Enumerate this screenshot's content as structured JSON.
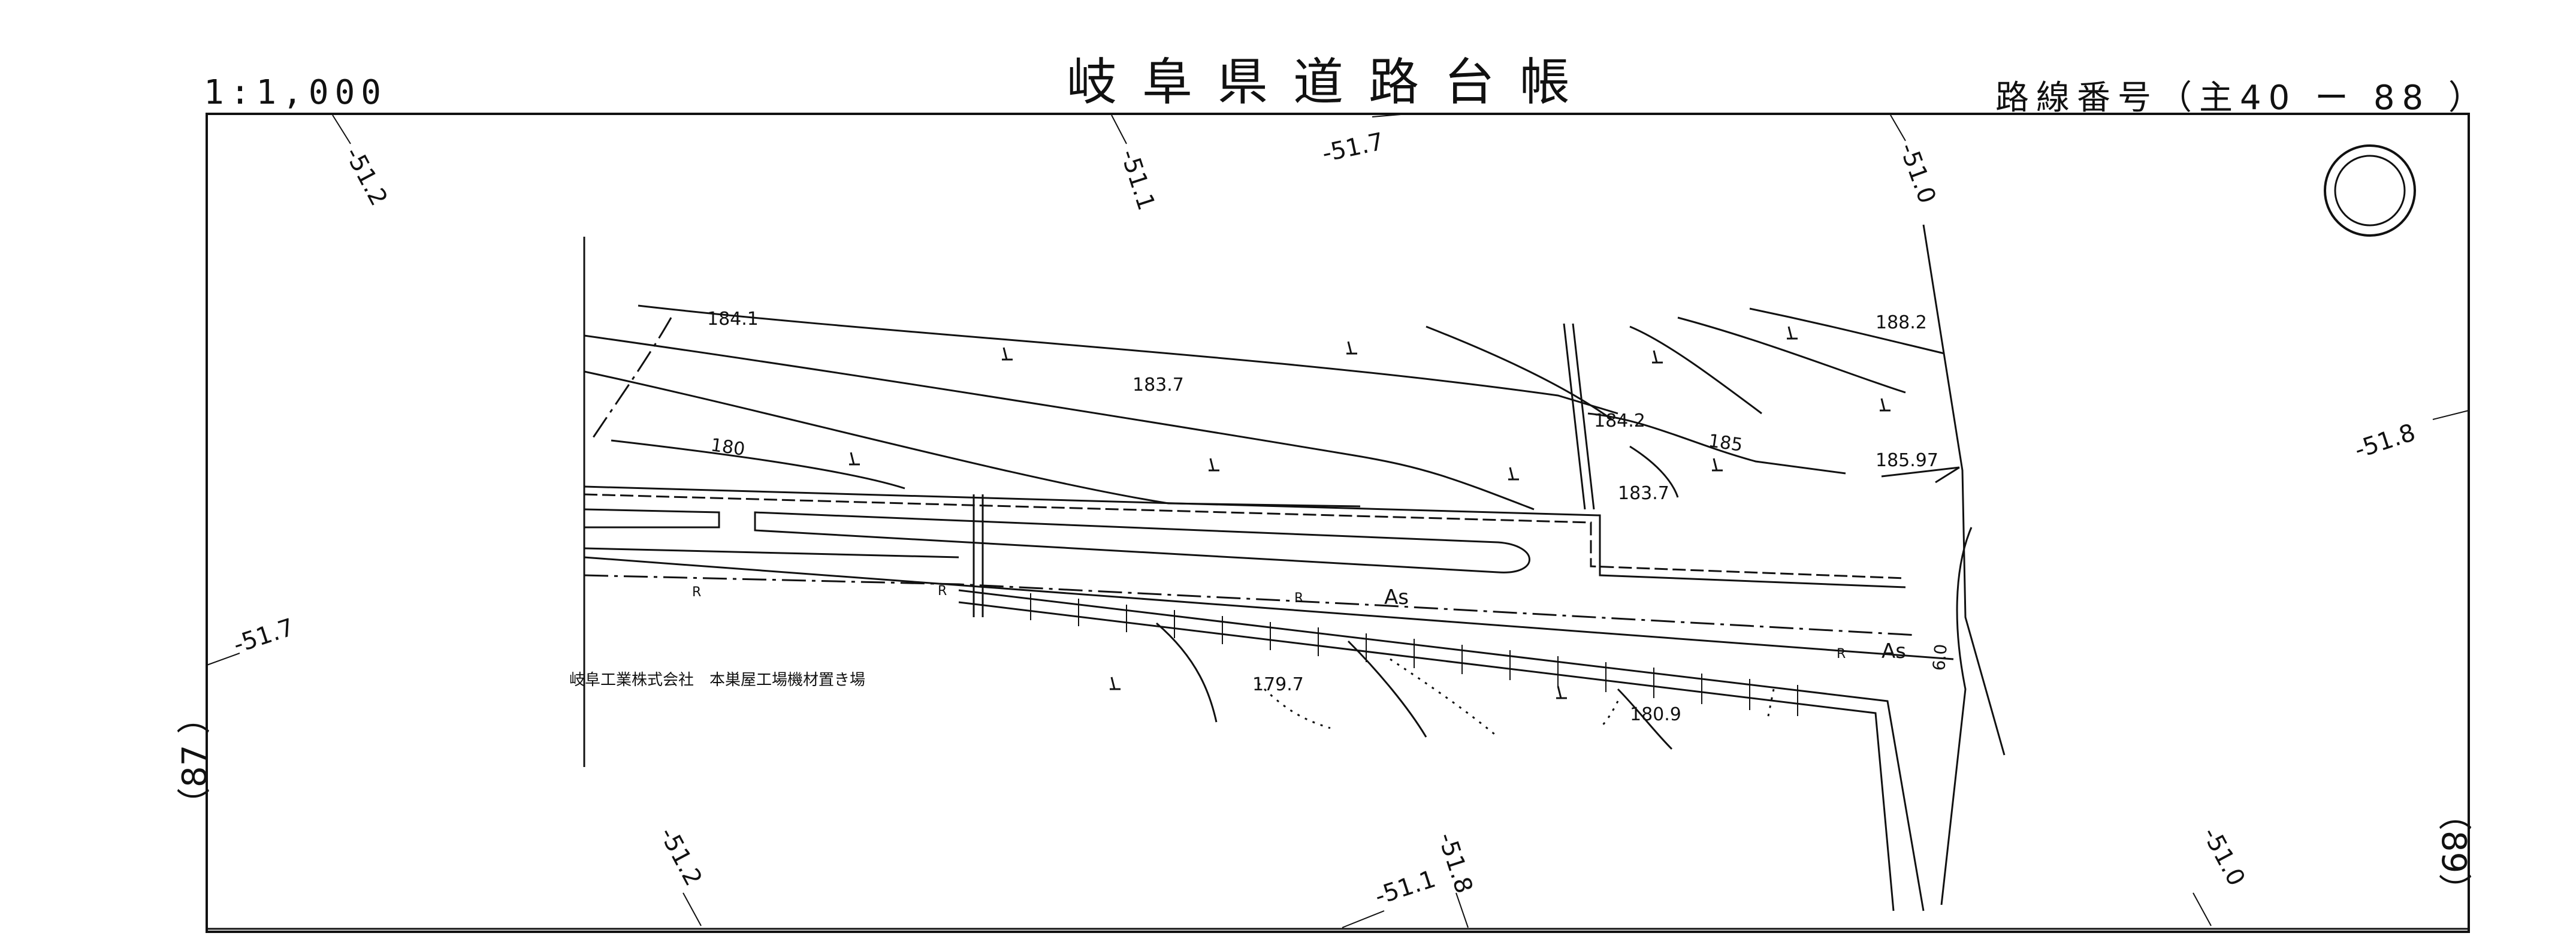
{
  "header": {
    "title": "岐阜県道路台帳",
    "scale": "1:1,000",
    "route_number": "路線番号（主40 ー 88 ）"
  },
  "sheet_refs": {
    "previous": "（87 ）",
    "next": "（89）"
  },
  "grid_labels": [
    {
      "id": "g1",
      "text": "-51.2"
    },
    {
      "id": "g2",
      "text": "-51.1"
    },
    {
      "id": "g3",
      "text": "-51.7"
    },
    {
      "id": "g4",
      "text": "-51.0"
    },
    {
      "id": "g5",
      "text": "-51.8"
    },
    {
      "id": "g6",
      "text": "-51.7"
    },
    {
      "id": "g7",
      "text": "-51.2"
    },
    {
      "id": "g8",
      "text": "-51.1"
    },
    {
      "id": "g9",
      "text": "-51.8"
    },
    {
      "id": "g10",
      "text": "-51.0"
    }
  ],
  "elevations": [
    {
      "id": "e1",
      "text": "184.1"
    },
    {
      "id": "e2",
      "text": "183.7"
    },
    {
      "id": "e3",
      "text": "188.2"
    },
    {
      "id": "e4",
      "text": "184.2"
    },
    {
      "id": "e5",
      "text": "185"
    },
    {
      "id": "e6",
      "text": "185.97"
    },
    {
      "id": "e7",
      "text": "183.7"
    },
    {
      "id": "e8",
      "text": "180"
    },
    {
      "id": "e9",
      "text": "179.7"
    },
    {
      "id": "e10",
      "text": "180.9"
    }
  ],
  "map_labels": {
    "company": "岐阜工業株式会社　本巣屋工場機材置き場",
    "surface1": "As",
    "surface2": "As",
    "width": "6.0",
    "marker_r": "R"
  },
  "colors": {
    "ink": "#111111",
    "paper": "#ffffff"
  }
}
